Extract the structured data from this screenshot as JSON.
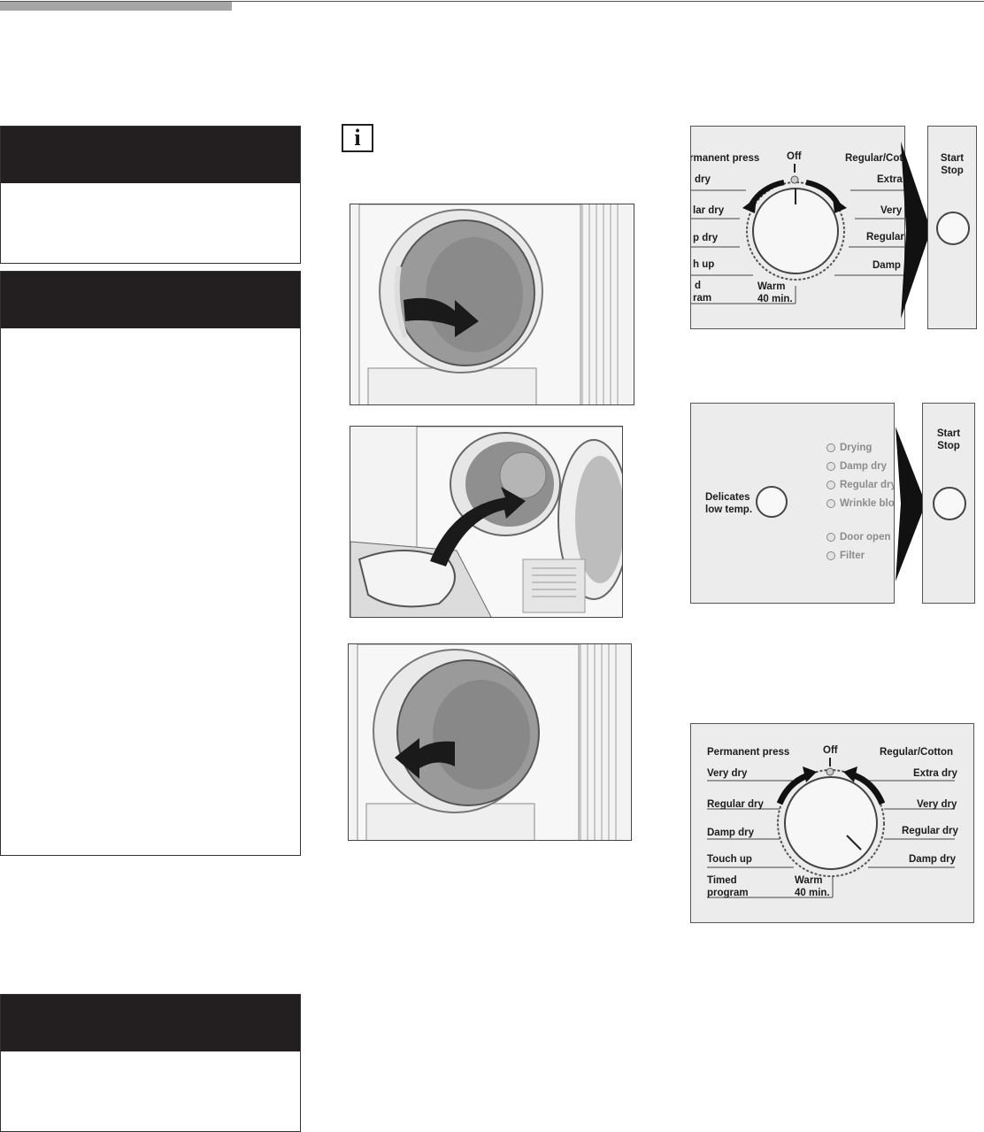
{
  "icons": {
    "info": "i"
  },
  "panel_a": {
    "left_labels": [
      "rmanent press",
      "dry",
      "lar dry",
      "p dry",
      "h up",
      "d",
      "ram"
    ],
    "off": "Off",
    "right_labels": [
      "Regular/Cott",
      "Extra",
      "Very",
      "Regular",
      "Damp"
    ],
    "warm": "Warm",
    "warm_time": "40 min."
  },
  "start_stop_a": {
    "start": "Start",
    "stop": "Stop"
  },
  "panel_b": {
    "delicates": "Delicates",
    "low_temp": "low temp.",
    "leds": [
      "Drying",
      "Damp dry",
      "Regular dry",
      "Wrinkle bloc",
      "Door open",
      "Filter"
    ]
  },
  "start_stop_b": {
    "start": "Start",
    "stop": "Stop"
  },
  "panel_c": {
    "left_labels": [
      "Permanent press",
      "Very dry",
      "Regular dry",
      "Damp dry",
      "Touch up",
      "Timed",
      "program"
    ],
    "off": "Off",
    "right_labels": [
      "Regular/Cotton",
      "Extra dry",
      "Very dry",
      "Regular dry",
      "Damp dry"
    ],
    "warm": "Warm",
    "warm_time": "40 min."
  }
}
